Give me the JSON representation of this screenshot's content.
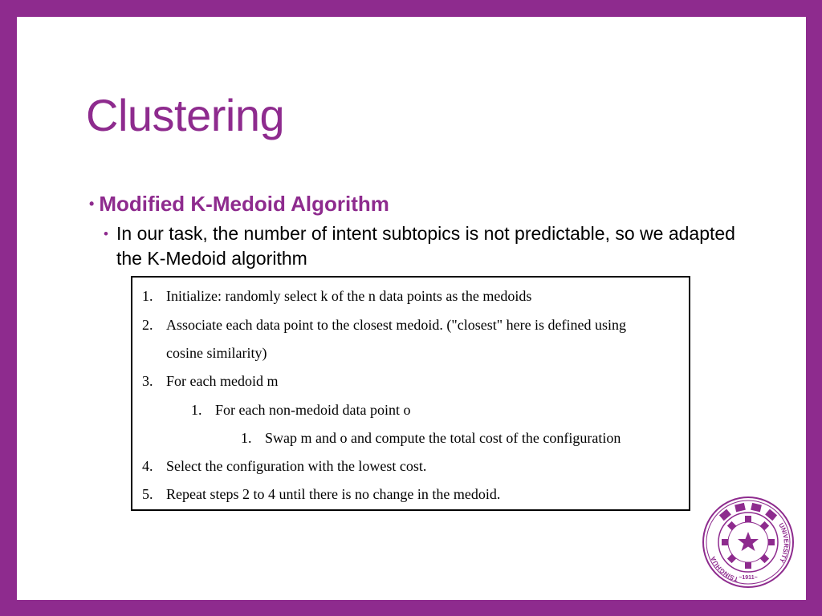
{
  "slide": {
    "title": "Clustering",
    "bullet1": "Modified K-Medoid Algorithm",
    "bullet2": "In our task, the number of intent subtopics is not predictable, so we adapted the K-Medoid algorithm",
    "bullet_glyph": "•"
  },
  "algorithm": {
    "steps": [
      {
        "num": "1.",
        "text": "Initialize: randomly select k of the n data points as the medoids"
      },
      {
        "num": "2.",
        "text": "Associate each data point to the closest medoid. (\"closest\" here is defined using"
      },
      {
        "num": "",
        "text": "cosine similarity)"
      },
      {
        "num": "3.",
        "text": "For each medoid m"
      },
      {
        "num": "1.",
        "text": "For each non-medoid data point o"
      },
      {
        "num": "1.",
        "text": "Swap m and o and compute the total cost of the configuration"
      },
      {
        "num": "4.",
        "text": "Select the configuration with the lowest cost."
      },
      {
        "num": "5.",
        "text": "Repeat steps 2 to 4 until there is no change in the medoid."
      }
    ]
  },
  "logo": {
    "name": "tsinghua-university-seal",
    "outer_text": "TSINGHUA UNIVERSITY",
    "year_text": "~1911~",
    "color": "#8e2b8e"
  }
}
